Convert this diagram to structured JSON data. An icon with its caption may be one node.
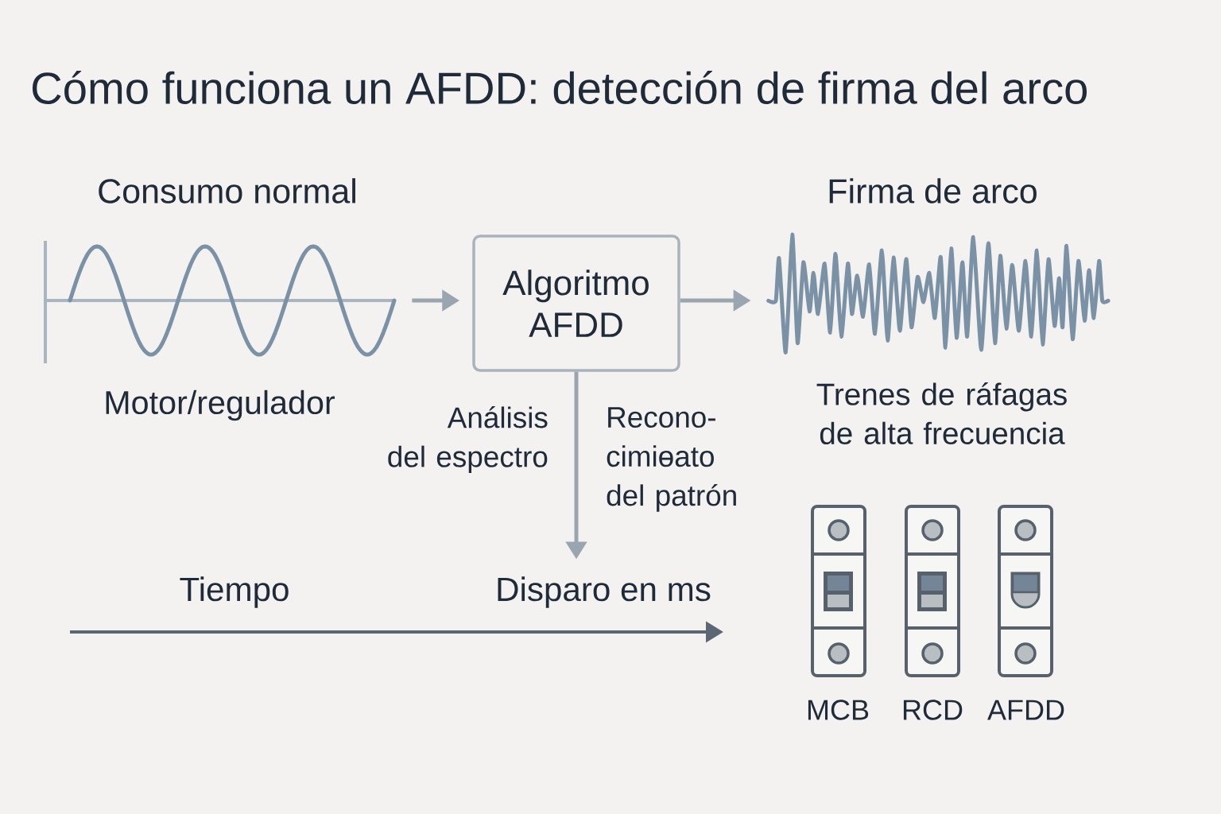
{
  "diagram": {
    "title": "Cómo funciona un AFDD: detección de firma del arco",
    "nodes": [
      {
        "text": [
          "Consumo normal"
        ],
        "beside": [
          "Motor/regulador"
        ]
      },
      {
        "text": [
          "Algoritmo AFDD"
        ]
      },
      {
        "text": [
          "Firma de arco"
        ],
        "beside": [
          "Trenes de ráfagas de alta frecuencia"
        ]
      },
      {
        "text": [
          "Disparo en ms"
        ]
      }
    ],
    "edges": [
      {
        "from": 0,
        "to": 1,
        "arrow": "to"
      },
      {
        "from": 1,
        "to": 2,
        "arrow": "to"
      },
      {
        "from": 1,
        "to": 3,
        "arrow": "to"
      }
    ],
    "labels": [
      "Análisis del espectro",
      "Recono- cimiɵato del patrón",
      "Tiempo",
      "MCB",
      "RCD",
      "AFDD"
    ]
  }
}
